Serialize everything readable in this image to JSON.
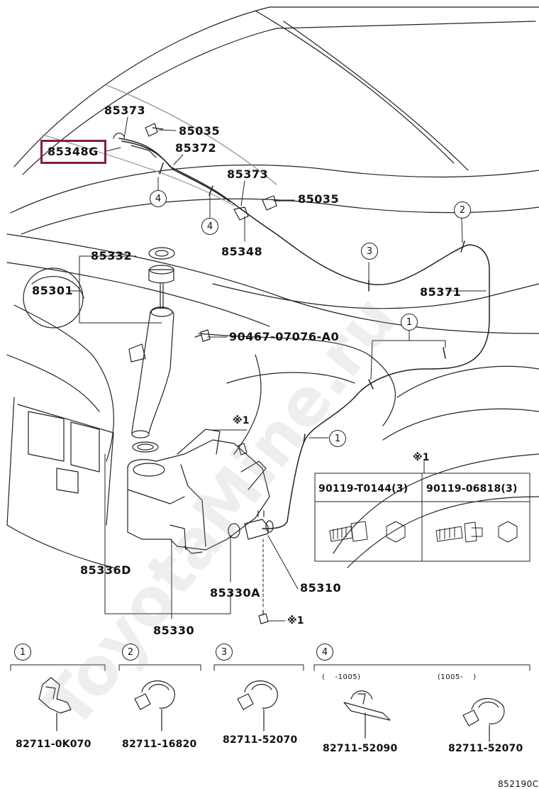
{
  "diagram": {
    "watermark": "ToyotaMine.ru",
    "figure_code": "852190C",
    "highlighted_part": "85348G",
    "labels": {
      "p85373_top": "85373",
      "p85035_top": "85035",
      "p85348G": "85348G",
      "p85372": "85372",
      "p85373_mid": "85373",
      "p85035_mid": "85035",
      "p85348": "85348",
      "p85332": "85332",
      "p85301": "85301",
      "p90467": "90467-07076-A0",
      "p85371": "85371",
      "p85336D": "85336D",
      "p85330A": "85330A",
      "p85330": "85330",
      "p85310": "85310",
      "ref_mark_1": "※1",
      "ref_mark_2": "※1",
      "ref_mark_3": "※1"
    },
    "callouts": {
      "c4a": "4",
      "c4b": "4",
      "c2": "2",
      "c3": "3",
      "c1a": "1",
      "c1b": "1"
    },
    "bolt_table": {
      "col1": "90119-T0144(3)",
      "col2": "90119-06818(3)"
    },
    "clips": [
      {
        "num": "1",
        "part": "82711-0K070"
      },
      {
        "num": "2",
        "part": "82711-16820"
      },
      {
        "num": "3",
        "part": "82711-52070"
      },
      {
        "num": "4",
        "part_a": "82711-52090",
        "part_b": "82711-52070",
        "range_a": "(　 -1005)",
        "range_b": "(1005-　 )"
      }
    ],
    "colors": {
      "highlight": "#8a1c3a",
      "line": "#222222"
    }
  }
}
